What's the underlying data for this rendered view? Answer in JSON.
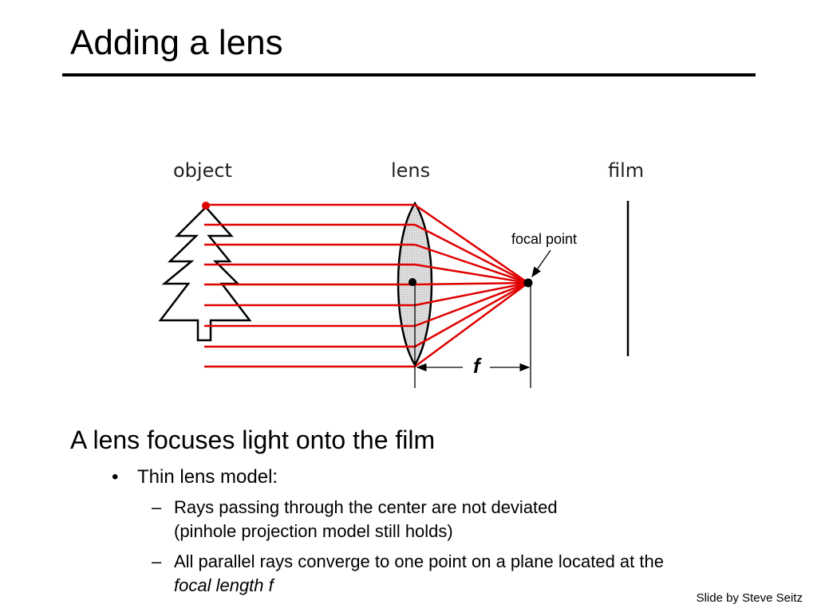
{
  "slide": {
    "title": "Adding a lens",
    "credit": "Slide by Steve Seitz"
  },
  "diagram": {
    "labels": {
      "object": "object",
      "lens": "lens",
      "film": "film",
      "focal_point": "focal point",
      "focal_length_symbol": "f"
    },
    "colors": {
      "ray": "#e00000",
      "lens_fill": "#d4d4d4",
      "outline": "#000000"
    },
    "ray_count": 9
  },
  "content": {
    "heading": "A lens focuses light onto the film",
    "bullet": {
      "symbol": "•",
      "text": "Thin lens model:"
    },
    "subbullets": [
      {
        "dash": "–",
        "line1": "Rays passing through the center are not deviated",
        "line2": "(pinhole projection model still holds)"
      },
      {
        "dash": "–",
        "line1": "All parallel rays converge to one point on a plane located at the",
        "line2": "focal length f"
      }
    ]
  }
}
